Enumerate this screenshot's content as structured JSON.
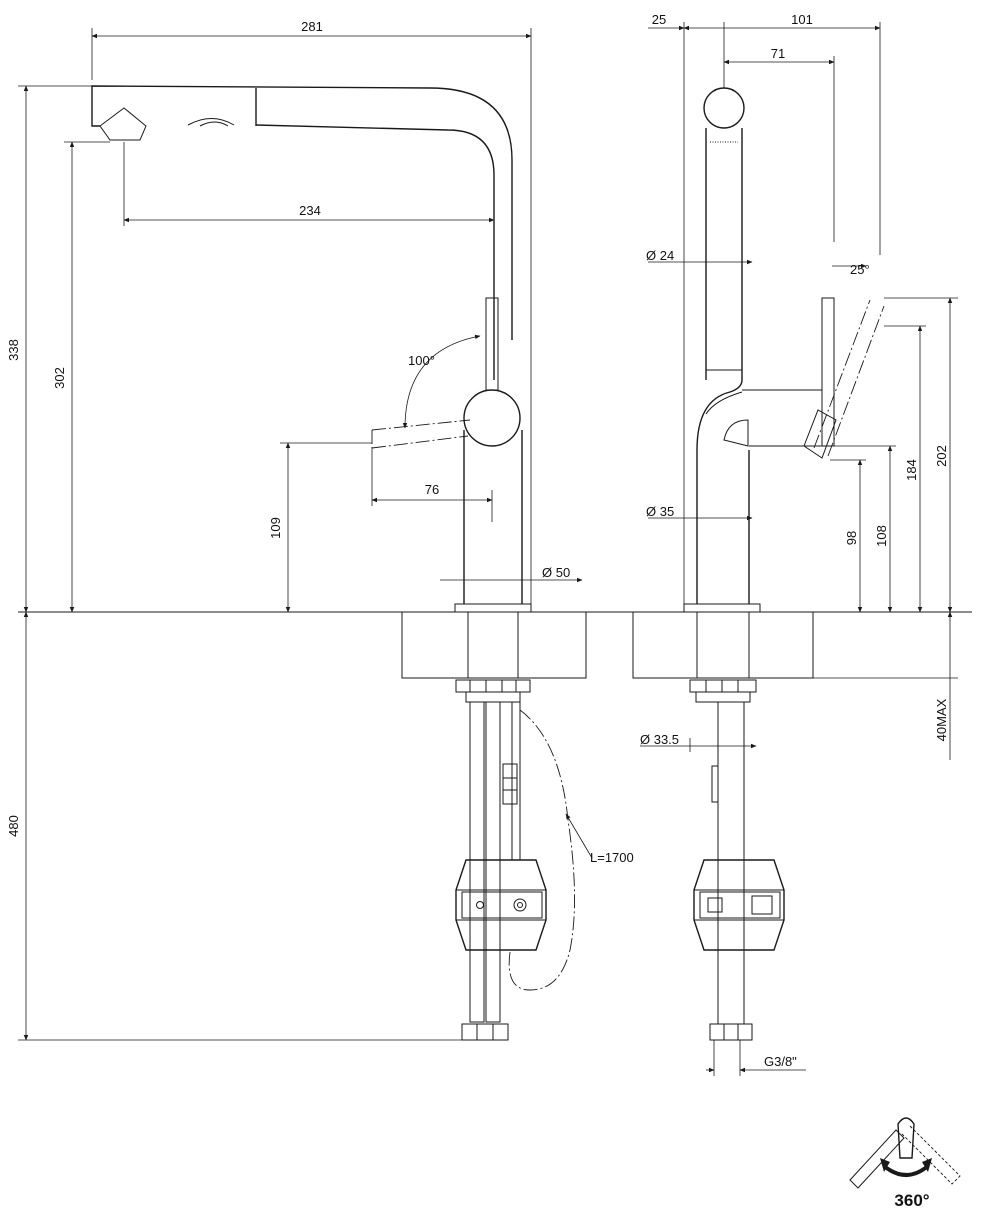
{
  "front_view": {
    "dim_total_width": "281",
    "dim_spout_reach": "234",
    "dim_total_height": "338",
    "dim_spout_height": "302",
    "dim_handle_height": "109",
    "dim_handle_length": "76",
    "dim_base_diameter": "Ø 50",
    "dim_lever_angle": "100°",
    "dim_below_deck": "480",
    "hose_length": "L=1700"
  },
  "side_view": {
    "dim_left_offset": "25",
    "dim_total_depth": "101",
    "dim_head_offset": "71",
    "dim_spout_diameter": "Ø 24",
    "dim_body_diameter": "Ø 35",
    "dim_tilt_angle": "25°",
    "dim_h98": "98",
    "dim_h108": "108",
    "dim_h184": "184",
    "dim_h202": "202",
    "dim_deck_thickness": "40MAX",
    "dim_thread_diameter": "Ø 33.5",
    "dim_thread": "G3/8\""
  },
  "rotation_icon": {
    "label": "360°",
    "icon": "rotation-360-icon"
  }
}
